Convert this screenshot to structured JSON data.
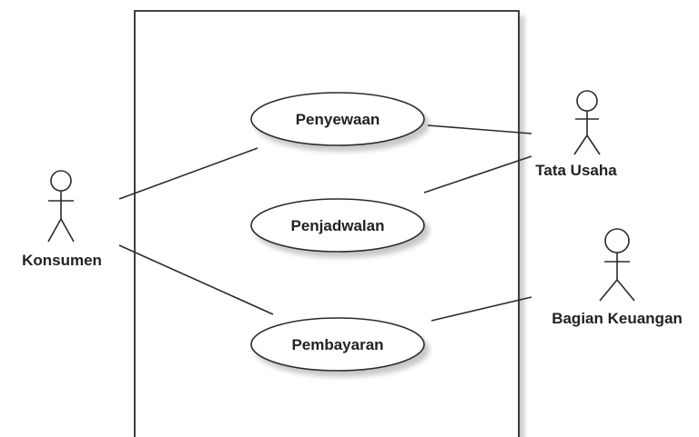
{
  "diagram": {
    "actors": {
      "konsumen": "Konsumen",
      "tata_usaha": "Tata Usaha",
      "bagian_keuangan": "Bagian Keuangan"
    },
    "use_cases": {
      "penyewaan": "Penyewaan",
      "penjadwalan": "Penjadwalan",
      "pembayaran": "Pembayaran"
    },
    "associations": [
      {
        "from": "Konsumen",
        "to": "Penyewaan"
      },
      {
        "from": "Konsumen",
        "to": "Pembayaran"
      },
      {
        "from": "Tata Usaha",
        "to": "Penyewaan"
      },
      {
        "from": "Tata Usaha",
        "to": "Penjadwalan"
      },
      {
        "from": "Bagian Keuangan",
        "to": "Pembayaran"
      }
    ]
  }
}
